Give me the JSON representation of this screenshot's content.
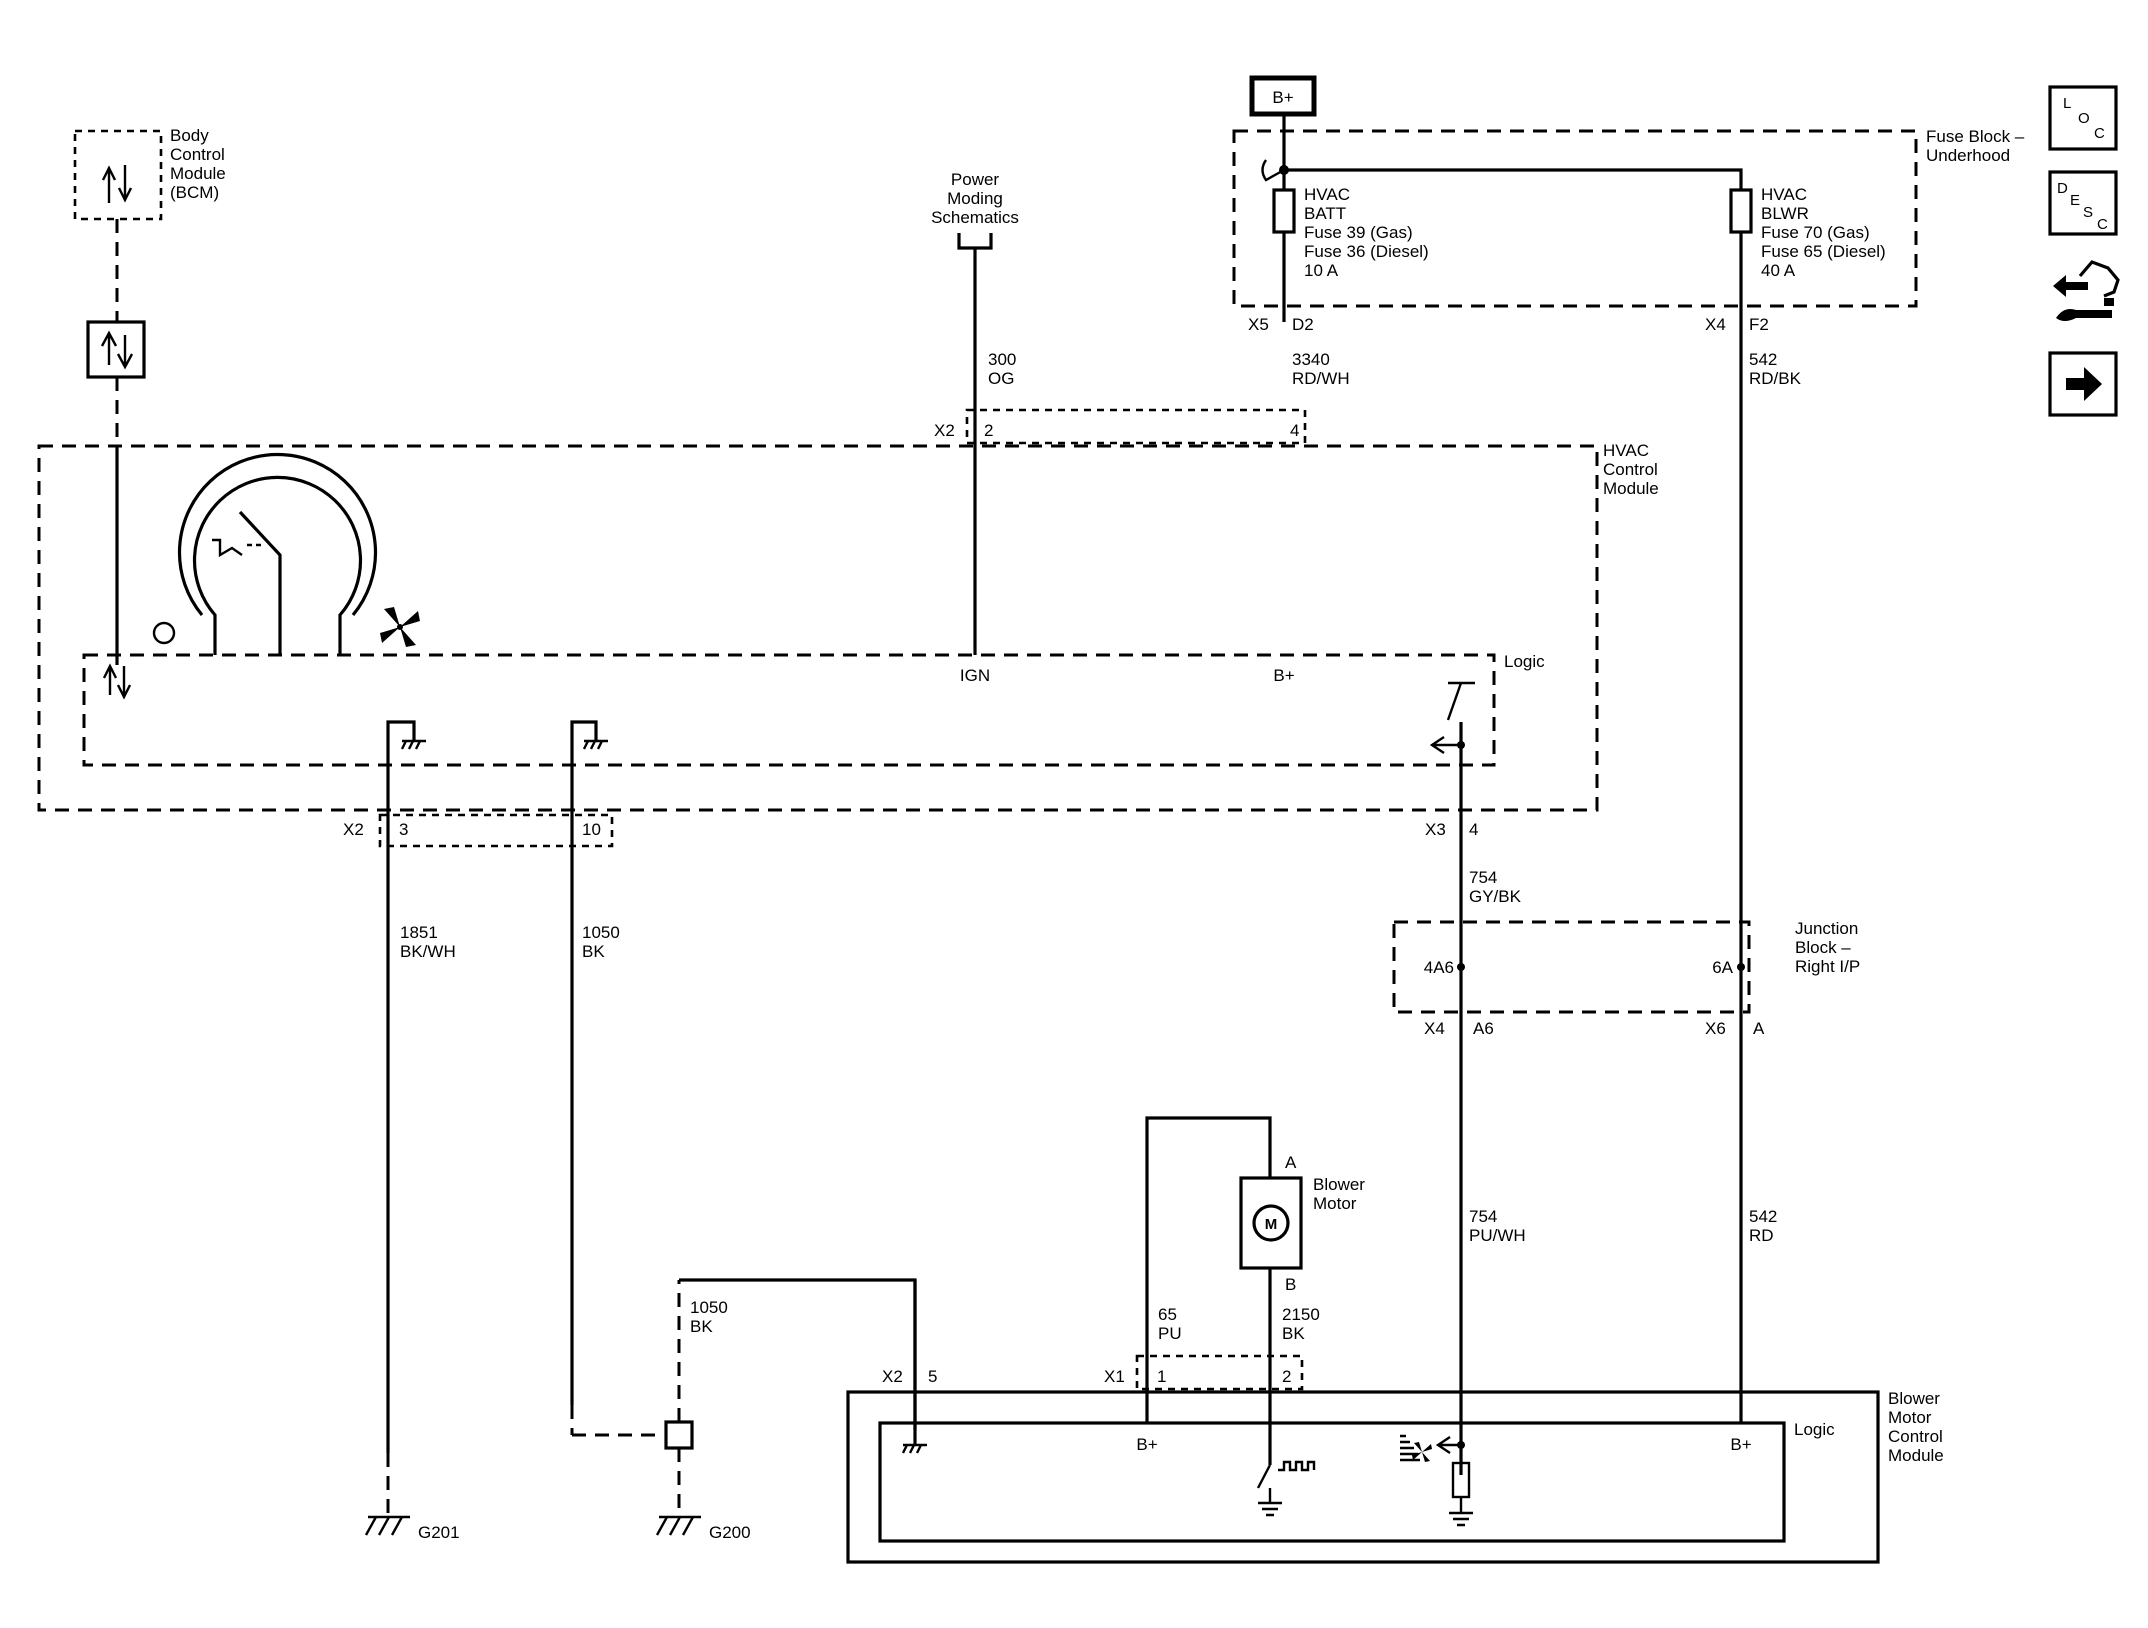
{
  "modules": {
    "bcm": [
      "Body",
      "Control",
      "Module",
      "(BCM)"
    ],
    "hvac": [
      "HVAC",
      "Control",
      "Module"
    ],
    "fuse_block": [
      "Fuse Block –",
      "Underhood"
    ],
    "power_moding": [
      "Power",
      "Moding",
      "Schematics"
    ],
    "junction_block": [
      "Junction",
      "Block –",
      "Right I/P"
    ],
    "blower_motor": [
      "Blower",
      "Motor"
    ],
    "bmcm": [
      "Blower",
      "Motor",
      "Control",
      "Module"
    ]
  },
  "power_source": "B+",
  "fuses": {
    "batt": [
      "HVAC",
      "BATT",
      "Fuse 39 (Gas)",
      "Fuse 36 (Diesel)",
      "10 A"
    ],
    "blwr": [
      "HVAC",
      "BLWR",
      "Fuse 70 (Gas)",
      "Fuse 65 (Diesel)",
      "40 A"
    ]
  },
  "logic_labels": {
    "hvac_logic": "Logic",
    "bmcm_logic": "Logic"
  },
  "pins": {
    "ign": "IGN",
    "hvac_bplus": "B+",
    "bmcm_bplus_left": "B+",
    "bmcm_bplus_right": "B+",
    "motor_a": "A",
    "motor_b": "B",
    "motor_symbol": "M",
    "fb_x5": "X5",
    "fb_d2": "D2",
    "fb_x4": "X4",
    "fb_f2": "F2",
    "hvac_top_x2": "X2",
    "hvac_top_2": "2",
    "hvac_top_4": "4",
    "hvac_bot_x2": "X2",
    "hvac_bot_3": "3",
    "hvac_bot_10": "10",
    "hvac_bot_x3": "X3",
    "hvac_bot_4": "4",
    "jb_4a6": "4A6",
    "jb_6a": "6A",
    "jb_x4": "X4",
    "jb_a6": "A6",
    "jb_x6": "X6",
    "jb_a": "A",
    "bm_x2": "X2",
    "bm_5": "5",
    "bm_x1": "X1",
    "bm_1": "1",
    "bm_2": "2"
  },
  "wires": {
    "w300": [
      "300",
      "OG"
    ],
    "w3340": [
      "3340",
      "RD/WH"
    ],
    "w542_top": [
      "542",
      "RD/BK"
    ],
    "w754_top": [
      "754",
      "GY/BK"
    ],
    "w1851": [
      "1851",
      "BK/WH"
    ],
    "w1050_a": [
      "1050",
      "BK"
    ],
    "w1050_b": [
      "1050",
      "BK"
    ],
    "w65": [
      "65",
      "PU"
    ],
    "w2150": [
      "2150",
      "BK"
    ],
    "w754_bot": [
      "754",
      "PU/WH"
    ],
    "w542_bot": [
      "542",
      "RD"
    ]
  },
  "grounds": {
    "g201": "G201",
    "g200": "G200"
  },
  "nav_icons": {
    "loc": [
      "L",
      "O",
      "C"
    ],
    "desc": [
      "D",
      "E",
      "S",
      "C"
    ]
  }
}
